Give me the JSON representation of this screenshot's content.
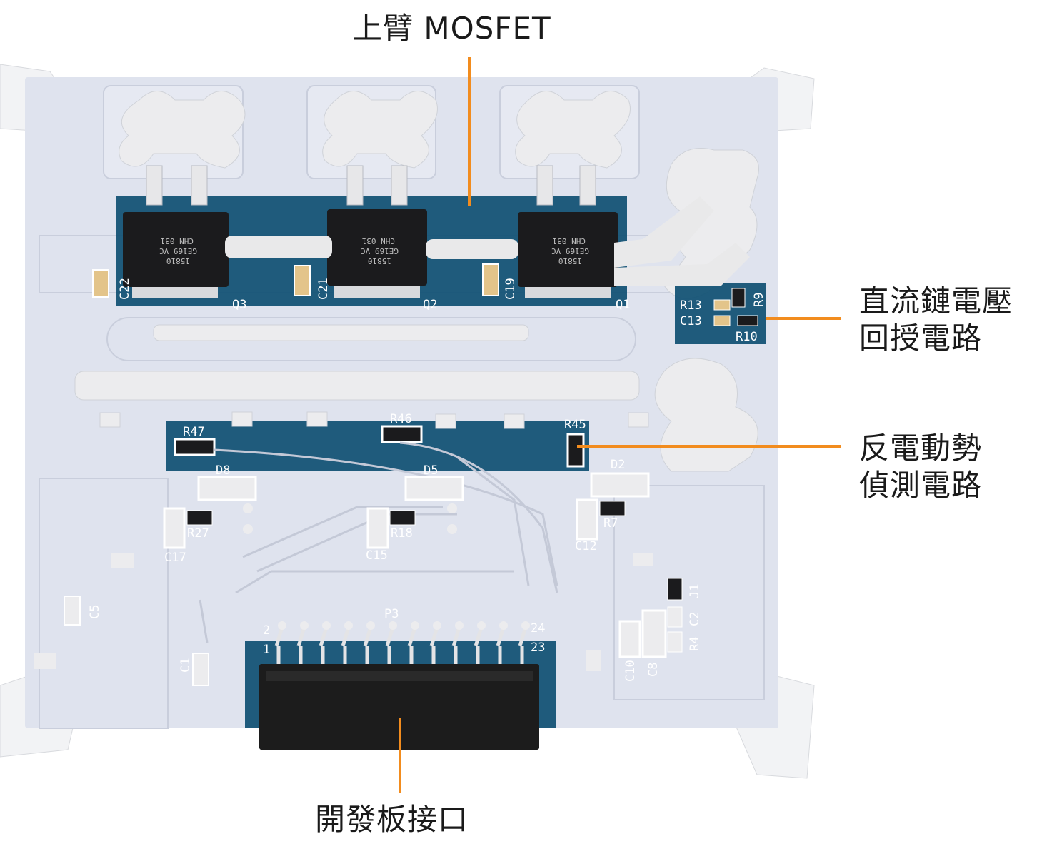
{
  "callouts": {
    "top": "上臂 MOSFET",
    "right_upper": "直流鏈電壓\n回授電路",
    "right_lower": "反電動勢\n偵測電路",
    "bottom": "開發板接口"
  },
  "mosfets": [
    {
      "ref": "Q3",
      "cap": "C22"
    },
    {
      "ref": "Q2",
      "cap": "C21"
    },
    {
      "ref": "Q1",
      "cap": "C19"
    }
  ],
  "mosfet_marking": {
    "line1": "15810",
    "line2": "GE169 VC",
    "line3": "CHN 031"
  },
  "feedback_parts": {
    "r13": "R13",
    "c13": "C13",
    "r9": "R9",
    "r10": "R10"
  },
  "bemf_parts": {
    "r47": "R47",
    "r46": "R46",
    "r45": "R45"
  },
  "lower_parts": {
    "d8": "D8",
    "d5": "D5",
    "d2": "D2",
    "r27": "R27",
    "c17": "C17",
    "r18": "R18",
    "c15": "C15",
    "r7": "R7",
    "c12": "C12",
    "c5": "C5",
    "c1": "C1",
    "j1": "J1",
    "c2": "C2",
    "r4": "R4",
    "c10": "C10",
    "c8": "C8"
  },
  "header": {
    "ref": "P3",
    "pin1": "1",
    "pin2": "2",
    "pin23": "23",
    "pin24": "24"
  },
  "colors": {
    "board": "#dfe3ee",
    "highlight": "#0e4f72",
    "callout_line": "#f28c1e",
    "solder": "#e9e9ea",
    "connector": "#1c1c1c"
  }
}
